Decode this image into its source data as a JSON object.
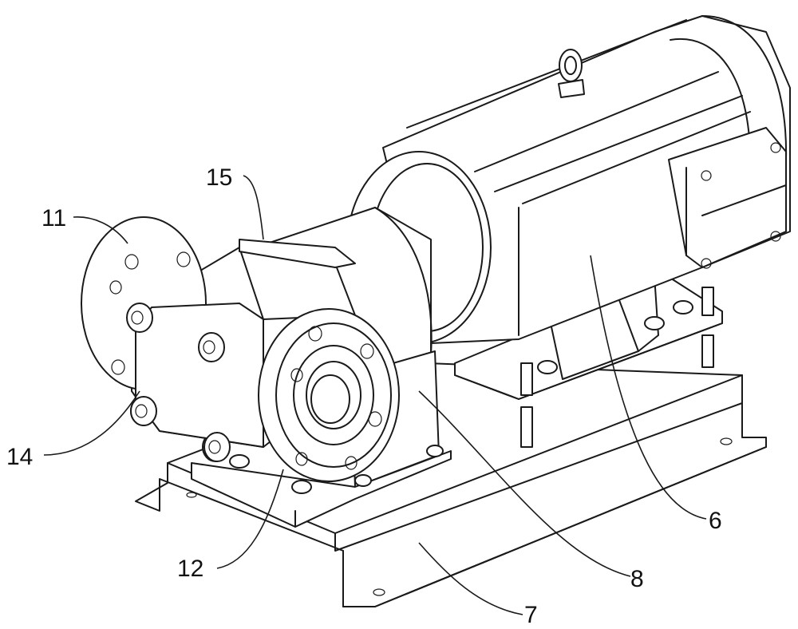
{
  "callouts": [
    {
      "id": "6",
      "text": "6"
    },
    {
      "id": "7",
      "text": "7"
    },
    {
      "id": "8",
      "text": "8"
    },
    {
      "id": "11",
      "text": "11"
    },
    {
      "id": "12",
      "text": "12"
    },
    {
      "id": "14",
      "text": "14"
    },
    {
      "id": "15",
      "text": "15"
    }
  ],
  "colors": {
    "line": "#1a1a1a",
    "background": "#ffffff"
  }
}
